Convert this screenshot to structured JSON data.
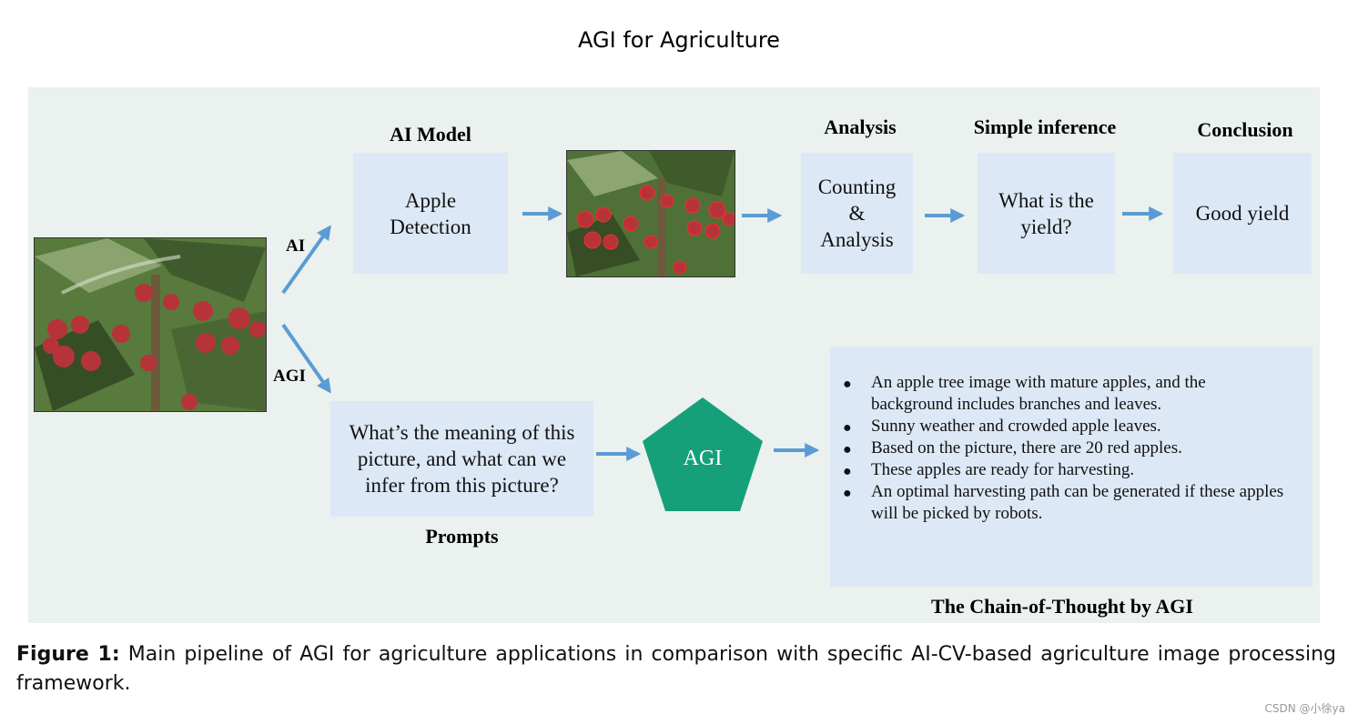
{
  "title": "AGI for Agriculture",
  "top_row": {
    "ai_model_label": "AI Model",
    "detection_box": "Apple\nDetection",
    "analysis_label": "Analysis",
    "analysis_box": "Counting\n&\nAnalysis",
    "inference_label": "Simple inference",
    "inference_box": "What is the\nyield?",
    "conclusion_label": "Conclusion",
    "conclusion_box": "Good yield"
  },
  "branch_labels": {
    "ai": "AI",
    "agi": "AGI"
  },
  "bottom_row": {
    "prompt_box": "What’s the meaning of this\npicture, and what can we\ninfer from this picture?",
    "prompts_label": "Prompts",
    "agi_node": "AGI",
    "cot_label": "The Chain-of-Thought by AGI",
    "cot_items": [
      "An apple tree image with mature apples, and the background includes branches and leaves.",
      "Sunny weather and crowded apple leaves.",
      "Based on the picture, there are 20 red apples.",
      "These apples are ready for harvesting.",
      "An optimal harvesting path can be generated if these apples will be picked by robots."
    ]
  },
  "caption": {
    "prefix": "Figure 1:",
    "text": " Main pipeline of AGI for agriculture applications in comparison with specific AI-CV-based agriculture image processing framework."
  },
  "watermark": "CSDN @小徐ya",
  "colors": {
    "panel_bg": "#eaf1ee",
    "box_bg": "#dce8f5",
    "arrow": "#5b9bd5",
    "agi_node": "#16a07a"
  },
  "icons": {
    "bullet": "●"
  }
}
